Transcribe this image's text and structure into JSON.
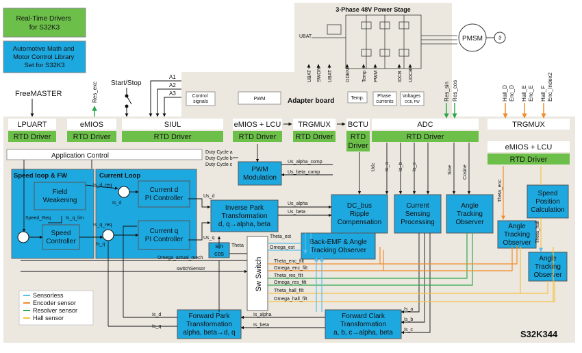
{
  "badges": {
    "rtd_title": "Real-Time Drivers for S32K3",
    "rtd_title_lines": [
      "Real-Time Drivers",
      "for S32K3"
    ],
    "amc_title": "Automotive Math and Motor Control Library Set for S32K3",
    "amc_title_lines": [
      "Automotive Math and",
      "Motor Control Library",
      "Set for S32K3"
    ]
  },
  "power_stage": {
    "title": "3-Phase 48V Power Stage",
    "motor": "PMSM",
    "ubat": "UBAT",
    "bottom_signals": [
      "UBAT",
      "SWON",
      "UBAT",
      "ODEN",
      "Temp",
      "PWM",
      "IDCB",
      "UDCB"
    ]
  },
  "top_inputs": {
    "freemaster": "FreeMASTER",
    "start_stop": "Start/Stop",
    "res_exc": "Res_exc",
    "res_sin": "Res_sin",
    "res_cos": "Res_cos",
    "a1": "A1",
    "a2": "A2",
    "a3": "A3",
    "hall_d": "Hall_D",
    "enc_d": "Enc_D",
    "hall_e": "Hall_E",
    "enc_e": "Enc_E",
    "hall_f": "Hall_F",
    "enc_index2": "Enc_Index2"
  },
  "adapter": {
    "label": "Adapter board",
    "control_signals": "Control signals",
    "control_signals_lines": [
      "Control",
      "signals"
    ],
    "pwm": "PWM",
    "temp": "Temp.",
    "phase_currents": "Phase currents",
    "phase_currents_lines": [
      "Phase",
      "currents"
    ],
    "voltages": "Voltages",
    "voltages_sub": "DCB, PW"
  },
  "peripherals": {
    "lpuart": "LPUART",
    "emios": "eMIOS",
    "siul": "SIUL",
    "emios_lcu": "eMIOS + LCU",
    "trgmux": "TRGMUX",
    "bctu": "BCTU",
    "adc": "ADC",
    "trgmux2": "TRGMUX",
    "emios_lcu2": "eMIOS + LCU"
  },
  "rtd": {
    "label": "RTD Driver",
    "bctu_lines": [
      "RTD",
      "Driver"
    ]
  },
  "blocks": {
    "app_control": "Application Control",
    "speed_loop": "Speed loop & FW",
    "current_loop": "Current Loop",
    "field_weakening": [
      "Field",
      "Weakening"
    ],
    "speed_controller": [
      "Speed",
      "Controller"
    ],
    "current_d": [
      "Current d",
      "PI Controller"
    ],
    "current_q": [
      "Current q",
      "PI Controller"
    ],
    "pwm_modulation": [
      "PWM",
      "Modulation"
    ],
    "inverse_park": [
      "Inverse Park",
      "Transformation",
      "d, q→alpha, beta"
    ],
    "dc_bus": [
      "DC_bus",
      "Ripple",
      "Compensation"
    ],
    "current_sensing": [
      "Current",
      "Sensing",
      "Processing"
    ],
    "angle_tracking_main": [
      "Angle",
      "Tracking",
      "Observer"
    ],
    "speed_position": [
      "Speed",
      "Position",
      "Calculation"
    ],
    "angle_tracking_enc": [
      "Angle",
      "Tracking",
      "Observer"
    ],
    "angle_tracking_hall": [
      "Angle",
      "Tracking",
      "Observer"
    ],
    "sin_cos": [
      "sin",
      "cos"
    ],
    "bemf": [
      "Back-EMF & Angle",
      "Tracking Observer"
    ],
    "sw_switch": "Sw Switch",
    "forward_park": [
      "Forward Park",
      "Transformation",
      "alpha, beta→d, q"
    ],
    "forward_clark": [
      "Forward Clark",
      "Transformation",
      "a, b, c→alpha, beta"
    ]
  },
  "signals": {
    "duty_a": "Duty Cycle a",
    "duty_b": "Duty Cycle b",
    "duty_c": "Duty Cycle c",
    "us_alpha_comp": "Us_alpha_comp",
    "us_beta_comp": "Us_beta_comp",
    "us_alpha": "Us_alpha",
    "us_beta": "Us_beta",
    "us_d": "Us_d",
    "us_q": "Us_q",
    "is_d_req": "Is_d_req",
    "is_q_req": "Is_q_req",
    "is_q_lim": "Is_q_lim",
    "is_d": "Is_d",
    "is_q": "Is_q",
    "speed_req": "Speed_Req",
    "theta": "Theta",
    "theta_est": "Theta_est",
    "omega_est": "Omega_est",
    "omega_actual_mech": "Omega_actual_mech",
    "switch_sensor": "switchSensor",
    "udc": "Udc",
    "is_a": "Is_a",
    "is_b": "Is_b",
    "is_c": "Is_c",
    "sine": "Sine",
    "cosine": "Cosine",
    "theta_enc": "Theta_enc",
    "theta_hall": "Theta_hall",
    "theta_enc_filt": "Theta_enc_filt",
    "omega_enc_filt": "Omega_enc_filt",
    "theta_res_filt": "Theta_res_filt",
    "omega_res_filt": "Omega_res_filt",
    "theta_hall_filt": "Theta_hall_filt",
    "omega_hall_filt": "Omega_hall_filt",
    "is_alpha": "Is_alpha",
    "is_beta": "Is_beta"
  },
  "legend": [
    {
      "label": "Sensorless",
      "color": "#5bbdea"
    },
    {
      "label": "Encoder sensor",
      "color": "#f28c28"
    },
    {
      "label": "Resolver sensor",
      "color": "#2ea84a"
    },
    {
      "label": "Hall sensor",
      "color": "#f5c242"
    }
  ],
  "chip": "S32K344",
  "colors": {
    "green": "#6cc04a",
    "blue": "#1ea8e0",
    "background": "#ece8e0",
    "orange": "#f28c28",
    "yellow": "#f5c242",
    "resolver": "#2ea84a",
    "sensorless": "#5bbdea"
  }
}
